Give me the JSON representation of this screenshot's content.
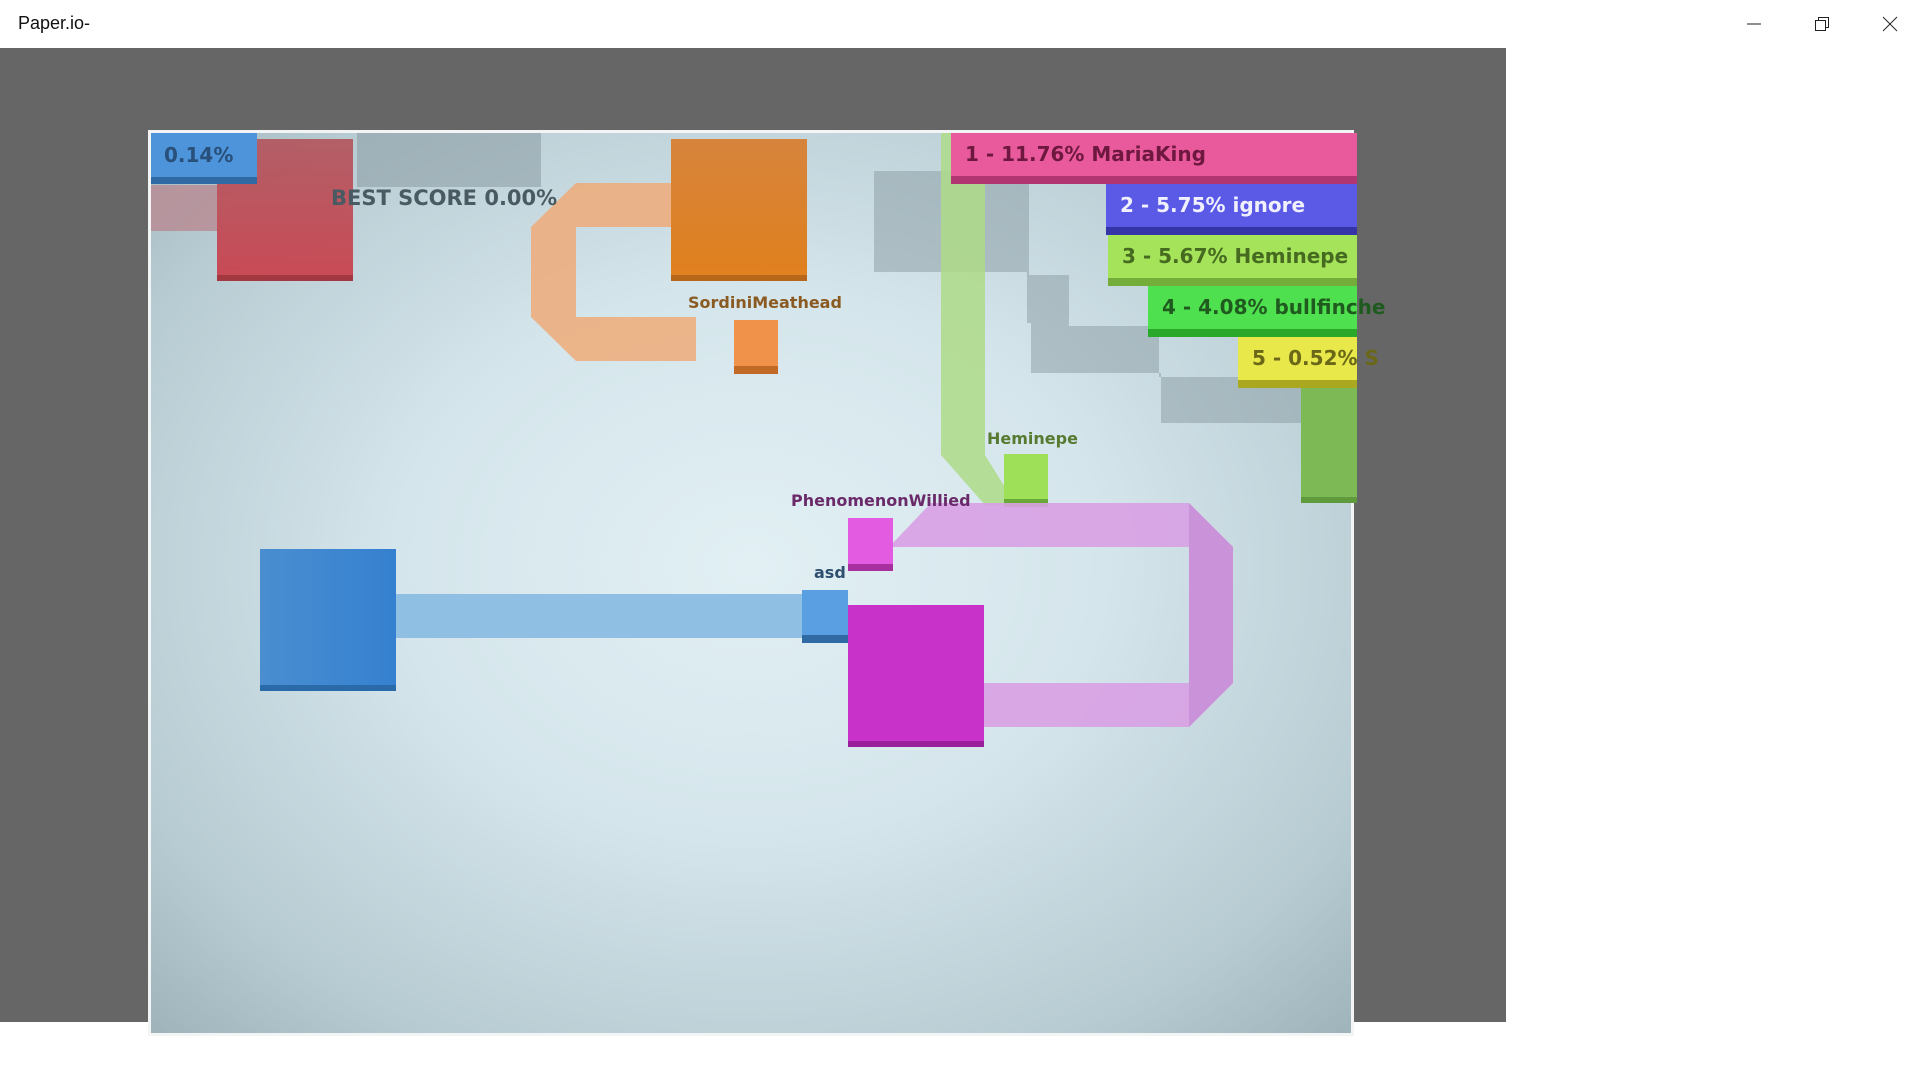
{
  "window": {
    "title": "Paper.io-",
    "minimize_icon": "minimize-icon",
    "restore_icon": "restore-icon",
    "close_icon": "close-icon"
  },
  "hud": {
    "score": "0.14%",
    "best_score": "BEST SCORE 0.00%"
  },
  "leaderboard": [
    {
      "text": "1 - 11.76% MariaKing",
      "color": "#e85a9c"
    },
    {
      "text": "2 - 5.75% ignore",
      "color": "#5a5ae6"
    },
    {
      "text": "3 - 5.67% Heminepe",
      "color": "#a5e35a"
    },
    {
      "text": "4 - 4.08% bullfinche",
      "color": "#4ee04e"
    },
    {
      "text": "5 - 0.52% S",
      "color": "#e8e84a"
    }
  ],
  "players": {
    "sordini": {
      "name": "SordiniMeathead",
      "color": "#f0924a"
    },
    "heminepe": {
      "name": "Heminepe",
      "color": "#9ee158"
    },
    "phenomenon": {
      "name": "PhenomenonWillied",
      "color": "#e35be0"
    },
    "self": {
      "name": "asd",
      "color": "#5b9fe3"
    }
  }
}
